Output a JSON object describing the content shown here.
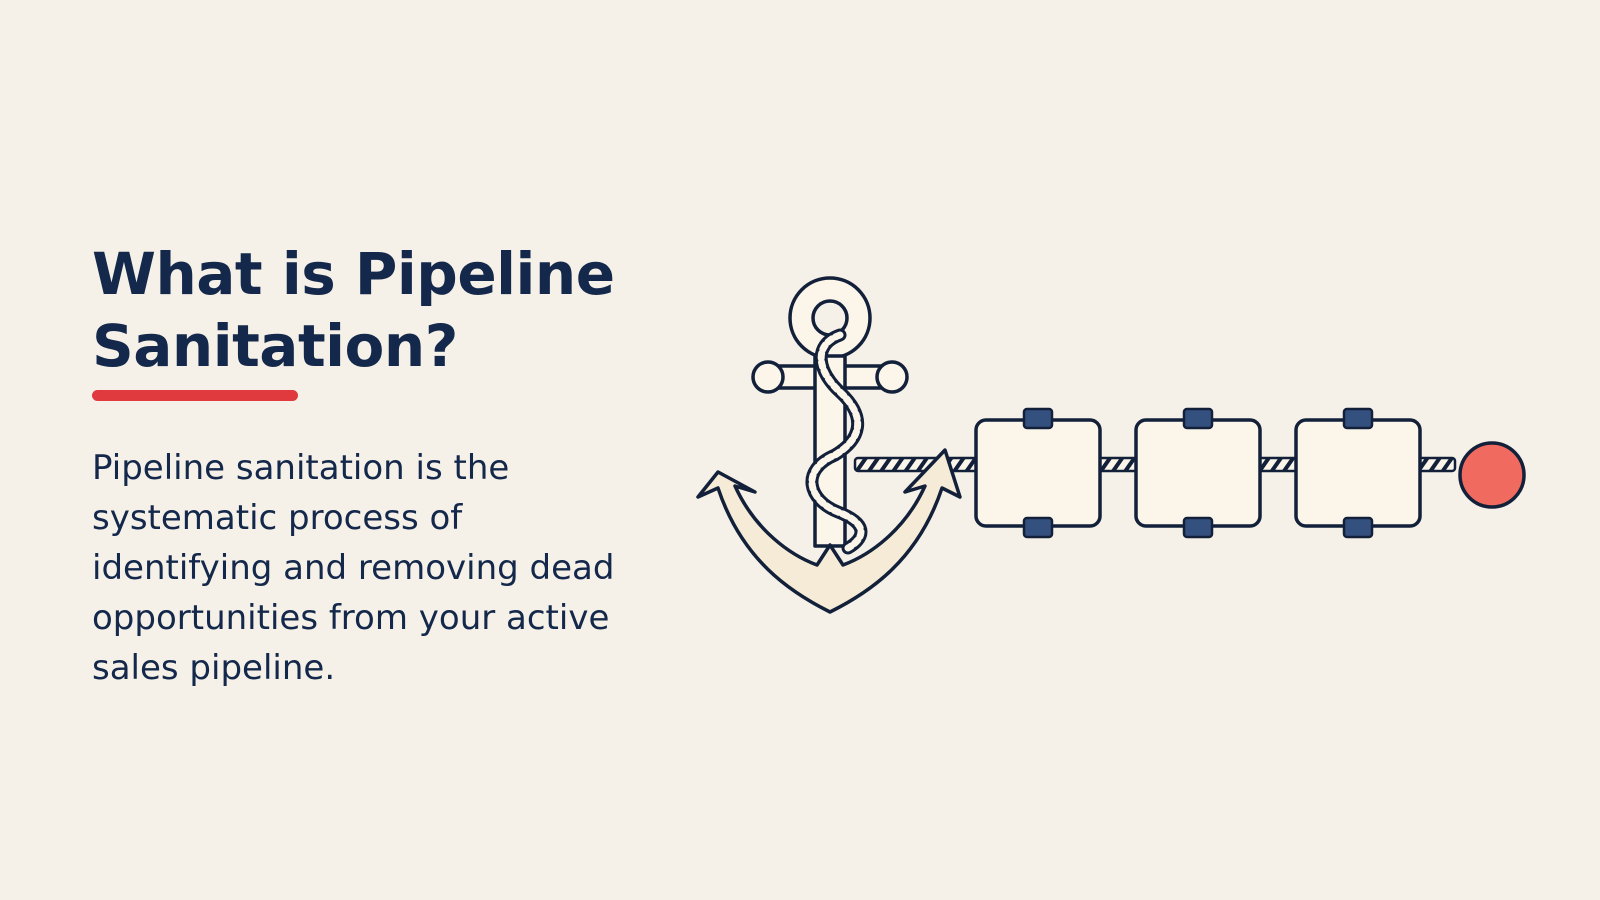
{
  "slide": {
    "title_line1": "What is Pipeline",
    "title_line2": "Sanitation?",
    "body": "Pipeline sanitation is the systematic process of identifying and removing dead opportunities from your active sales pipeline."
  },
  "illustration": {
    "icons": [
      "anchor-icon",
      "rope-icon",
      "pipeline-stage-icon",
      "endpoint-buoy-icon"
    ],
    "stage_count": 3
  },
  "colors": {
    "background": "#f5f0e8",
    "title": "#13284a",
    "accent_underline": "#e03a3e",
    "stage_fill": "#fbf5ea",
    "stage_clip": "#34507f",
    "endpoint": "#f06a5f",
    "outline": "#13203a"
  }
}
